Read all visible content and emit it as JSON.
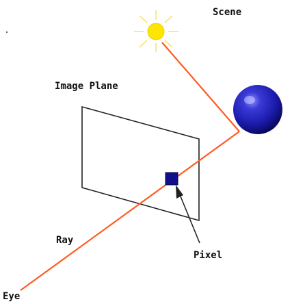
{
  "labels": {
    "scene": "Scene",
    "image_plane": "Image Plane",
    "ray": "Ray",
    "pixel": "Pixel",
    "eye": "Eye"
  },
  "colors": {
    "ray": "#ff5a1f",
    "sun": "#ffe600",
    "sun_rays": "#f5e66a",
    "sphere": "#1a1aa8",
    "pixel": "#10108a",
    "plane_outline": "#222222"
  },
  "icons": {
    "light_source": "sun-icon",
    "scene_object": "sphere-icon",
    "pixel_marker": "square-icon",
    "pointer": "arrow-icon"
  }
}
